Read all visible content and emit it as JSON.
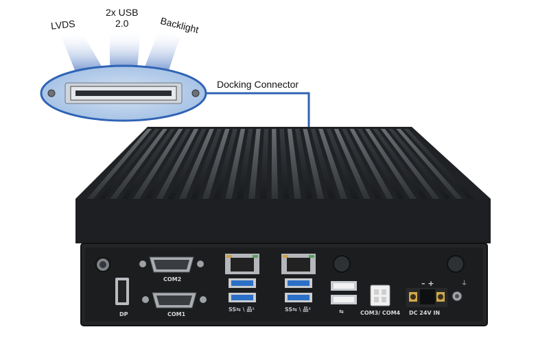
{
  "callouts": {
    "lvds": "LVDS",
    "usb": "2x USB\n2.0",
    "backlight": "Backlight",
    "docking": "Docking Connector"
  },
  "ports": {
    "com2": "COM2",
    "com1": "COM1",
    "dp": "DP",
    "com34": "COM3/ COM4",
    "dcin": "DC 24V IN",
    "lan1": "SS⇆ \\ 品¹",
    "lan2": "SS⇆ \\ 品²",
    "polarity": "– +"
  },
  "colors": {
    "callout_blue": "#2f63b5",
    "callout_fill": "#b9d0ea",
    "chassis": "#1c1e20",
    "usb_blue": "#2b6fc6"
  }
}
